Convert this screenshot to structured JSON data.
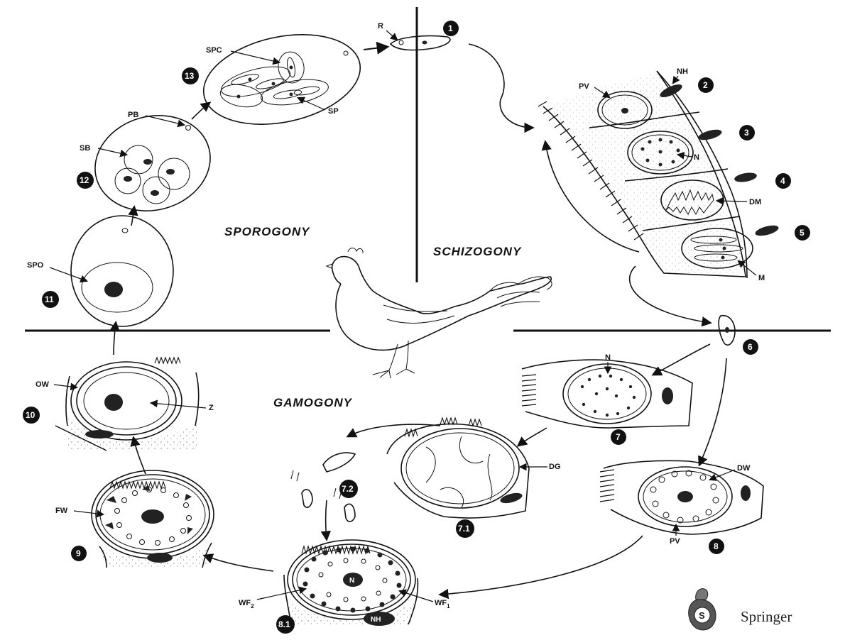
{
  "phases": {
    "sporogony": "SPOROGONY",
    "schizogony": "SCHIZOGONY",
    "gamogony": "GAMOGONY"
  },
  "stage_numbers": [
    "1",
    "2",
    "3",
    "4",
    "5",
    "6",
    "7",
    "8",
    "8.1",
    "9",
    "10",
    "11",
    "12",
    "13",
    "7.1",
    "7.2"
  ],
  "labels": {
    "R": "R",
    "SPC": "SPC",
    "SP": "SP",
    "PB": "PB",
    "SB": "SB",
    "SPO": "SPO",
    "PV_top": "PV",
    "NH_top": "NH",
    "N_top": "N",
    "DM": "DM",
    "M": "M",
    "N_mid": "N",
    "DG": "DG",
    "DW": "DW",
    "PV_bottom": "PV",
    "OW": "OW",
    "Z": "Z",
    "FW": "FW",
    "N_bottom": "N",
    "NH_bottom": "NH",
    "WF2": "WF",
    "WF2_sub": "2",
    "WF1": "WF",
    "WF1_sub": "1"
  },
  "publisher": {
    "name": "Springer",
    "logo_icon": "springer-chess-knight-logo"
  },
  "colors": {
    "ink": "#111111",
    "background": "#ffffff"
  }
}
